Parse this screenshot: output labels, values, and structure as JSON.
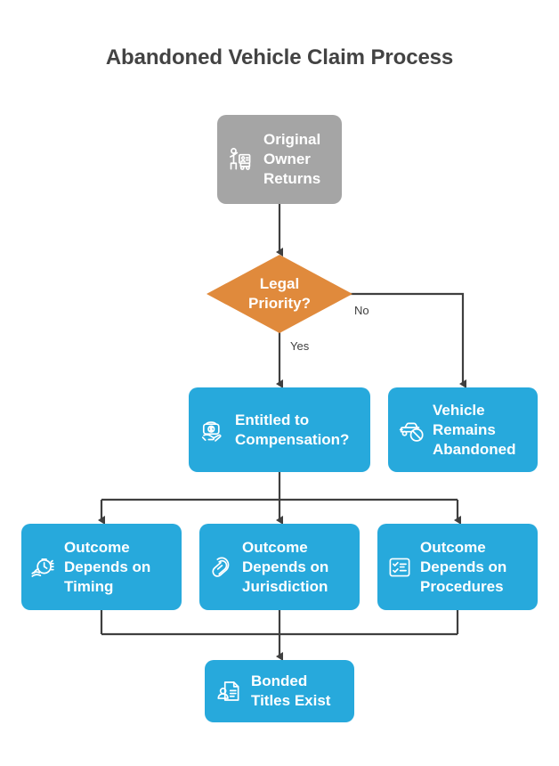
{
  "title": "Abandoned Vehicle Claim Process",
  "colors": {
    "background": "#ffffff",
    "title_text": "#434343",
    "gray_node": "#a5a5a5",
    "blue_node": "#27a9dc",
    "orange_decision": "#e08a3c",
    "connector": "#3f3f3f",
    "node_text": "#ffffff",
    "edge_label_text": "#3f3f3f"
  },
  "nodes": {
    "start": {
      "label": "Original\nOwner\nReturns",
      "icon": "person-with-id-card-icon",
      "shape": "rounded-rect",
      "color": "#a5a5a5"
    },
    "decision": {
      "label": "Legal\nPriority?",
      "shape": "diamond",
      "color": "#e08a3c"
    },
    "compensation": {
      "label": "Entitled to\nCompensation?",
      "icon": "hand-holding-money-icon",
      "shape": "rounded-rect",
      "color": "#27a9dc"
    },
    "abandoned": {
      "label": "Vehicle\nRemains\nAbandoned",
      "icon": "car-prohibited-icon",
      "shape": "rounded-rect",
      "color": "#27a9dc"
    },
    "timing": {
      "label": "Outcome\nDepends on\nTiming",
      "icon": "hand-stopwatch-icon",
      "shape": "rounded-rect",
      "color": "#27a9dc"
    },
    "jurisdiction": {
      "label": "Outcome\nDepends on\nJurisdiction",
      "icon": "paperclip-link-icon",
      "shape": "rounded-rect",
      "color": "#27a9dc"
    },
    "procedures": {
      "label": "Outcome\nDepends on\nProcedures",
      "icon": "checklist-icon",
      "shape": "rounded-rect",
      "color": "#27a9dc"
    },
    "bonded": {
      "label": "Bonded\nTitles Exist",
      "icon": "document-person-icon",
      "shape": "rounded-rect",
      "color": "#27a9dc"
    }
  },
  "edge_labels": {
    "yes": "Yes",
    "no": "No"
  },
  "chart_data": {
    "type": "diagram",
    "title": "Abandoned Vehicle Claim Process",
    "diagram_type": "flowchart",
    "nodes": [
      {
        "id": "start",
        "text": "Original Owner Returns",
        "shape": "rounded-rect",
        "color": "#a5a5a5"
      },
      {
        "id": "decision",
        "text": "Legal Priority?",
        "shape": "diamond",
        "color": "#e08a3c"
      },
      {
        "id": "compensation",
        "text": "Entitled to Compensation?",
        "shape": "rounded-rect",
        "color": "#27a9dc"
      },
      {
        "id": "abandoned",
        "text": "Vehicle Remains Abandoned",
        "shape": "rounded-rect",
        "color": "#27a9dc"
      },
      {
        "id": "timing",
        "text": "Outcome Depends on Timing",
        "shape": "rounded-rect",
        "color": "#27a9dc"
      },
      {
        "id": "jurisdiction",
        "text": "Outcome Depends on Jurisdiction",
        "shape": "rounded-rect",
        "color": "#27a9dc"
      },
      {
        "id": "procedures",
        "text": "Outcome Depends on Procedures",
        "shape": "rounded-rect",
        "color": "#27a9dc"
      },
      {
        "id": "bonded",
        "text": "Bonded Titles Exist",
        "shape": "rounded-rect",
        "color": "#27a9dc"
      }
    ],
    "edges": [
      {
        "from": "start",
        "to": "decision",
        "label": ""
      },
      {
        "from": "decision",
        "to": "compensation",
        "label": "Yes"
      },
      {
        "from": "decision",
        "to": "abandoned",
        "label": "No"
      },
      {
        "from": "compensation",
        "to": "timing",
        "label": ""
      },
      {
        "from": "compensation",
        "to": "jurisdiction",
        "label": ""
      },
      {
        "from": "compensation",
        "to": "procedures",
        "label": ""
      },
      {
        "from": "timing",
        "to": "bonded",
        "label": ""
      },
      {
        "from": "jurisdiction",
        "to": "bonded",
        "label": ""
      },
      {
        "from": "procedures",
        "to": "bonded",
        "label": ""
      }
    ]
  }
}
